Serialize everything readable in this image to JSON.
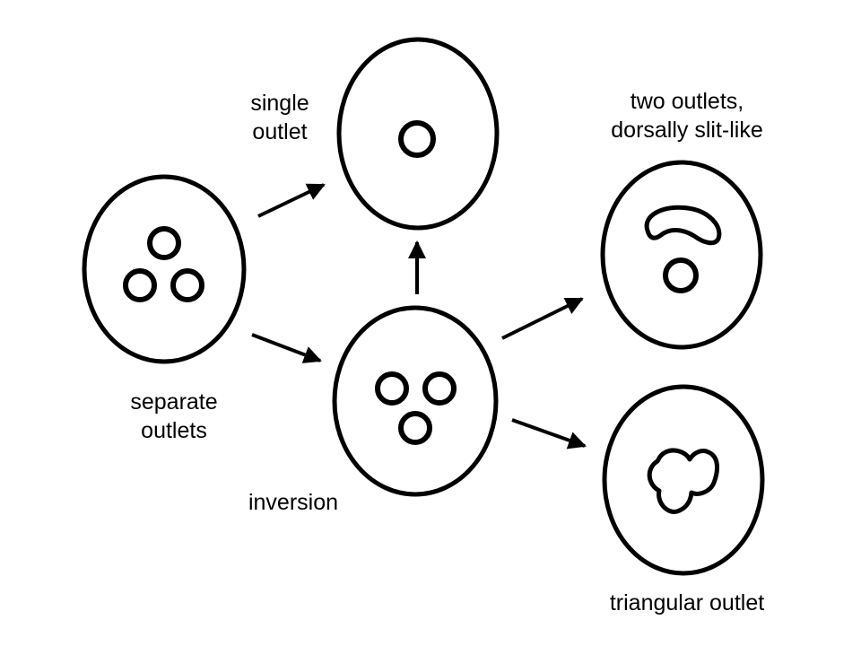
{
  "colors": {
    "stroke": "#000000",
    "background": "#ffffff"
  },
  "labels": {
    "separate": [
      "separate",
      "outlets"
    ],
    "single": [
      "single",
      "outlet"
    ],
    "two": [
      "two outlets,",
      "dorsally slit-like"
    ],
    "inversion": "inversion",
    "triangular": "triangular outlet"
  }
}
